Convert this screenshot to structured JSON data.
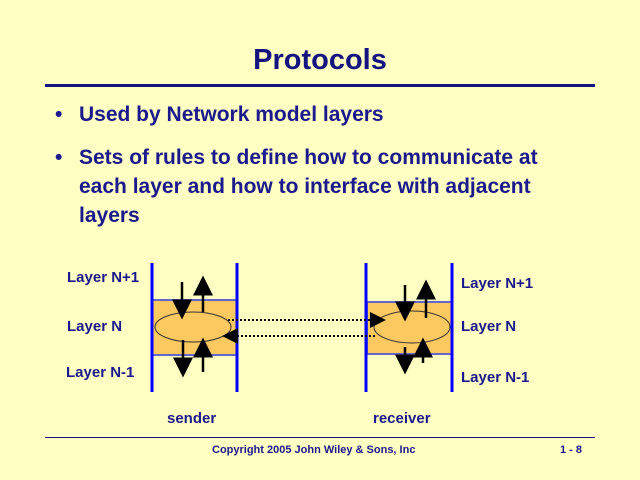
{
  "title": "Protocols",
  "bullets": [
    {
      "marker": "•",
      "text": "Used by Network model layers"
    },
    {
      "marker": "•",
      "text": "Sets of rules to define how to communicate at each layer and how to interface with adjacent layers"
    }
  ],
  "diagram": {
    "sender": {
      "labels": [
        "Layer N+1",
        "Layer N",
        "Layer N-1"
      ],
      "caption": "sender"
    },
    "receiver": {
      "labels": [
        "Layer N+1",
        "Layer N",
        "Layer N-1"
      ],
      "caption": "receiver"
    }
  },
  "footer": {
    "copyright": "Copyright 2005 John Wiley & Sons, Inc",
    "page": "1 - 8"
  },
  "colors": {
    "background": "#FFFFC4",
    "text": "#1A1A8C",
    "layer_box": "#FCC860",
    "wall": "#0000FF"
  }
}
